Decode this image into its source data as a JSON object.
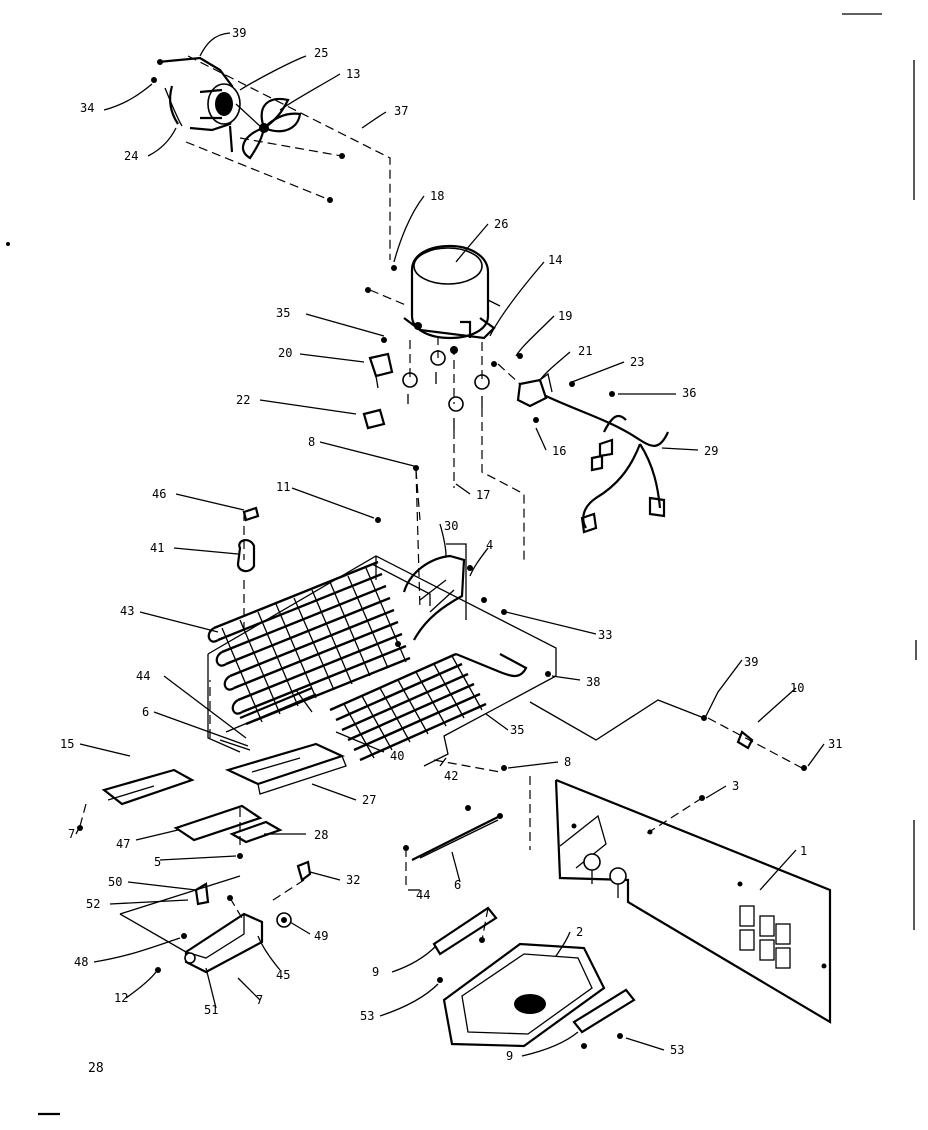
{
  "page_number": "28",
  "callouts": [
    "39",
    "25",
    "13",
    "34",
    "37",
    "24",
    "18",
    "26",
    "14",
    "35",
    "19",
    "21",
    "23",
    "20",
    "36",
    "22",
    "16",
    "29",
    "8",
    "17",
    "46",
    "11",
    "30",
    "4",
    "41",
    "43",
    "33",
    "44",
    "38",
    "6",
    "35",
    "39",
    "10",
    "31",
    "15",
    "40",
    "42",
    "8",
    "27",
    "3",
    "7",
    "47",
    "28",
    "1",
    "5",
    "32",
    "50",
    "52",
    "44",
    "6",
    "49",
    "2",
    "48",
    "45",
    "9",
    "12",
    "7",
    "51",
    "53",
    "53",
    "9"
  ]
}
